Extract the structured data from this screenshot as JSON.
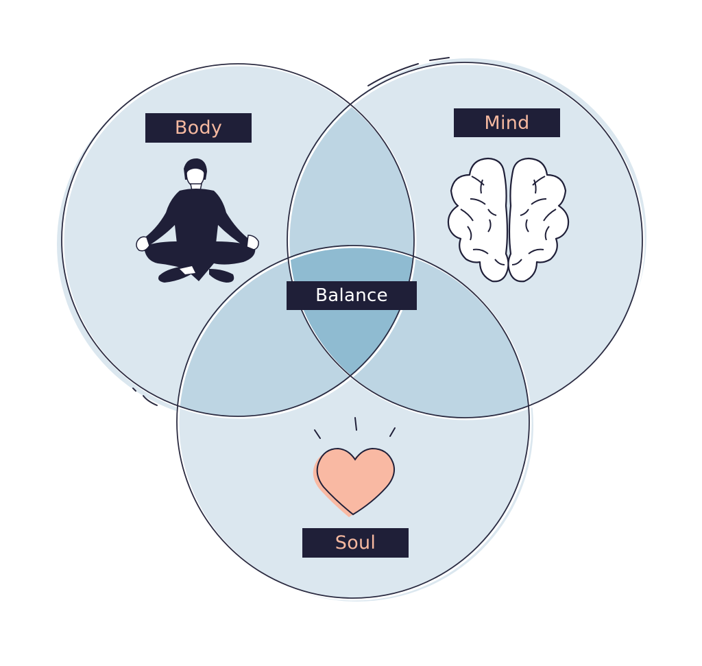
{
  "diagram": {
    "type": "venn",
    "sets": [
      {
        "id": "body",
        "label": "Body",
        "icon": "meditating-person-icon"
      },
      {
        "id": "mind",
        "label": "Mind",
        "icon": "brain-icon"
      },
      {
        "id": "soul",
        "label": "Soul",
        "icon": "heart-icon"
      }
    ],
    "intersection_label": "Balance"
  },
  "colors": {
    "background": "#ffffff",
    "circle_fill": "#dbe7ef",
    "double_overlap": "#bdd5e3",
    "triple_overlap": "#8fbbd1",
    "outline": "#2a2a40",
    "label_bg": "#1f1f38",
    "label_text": "#f6b9a0",
    "center_label_text": "#ffffff",
    "heart": "#f9b9a3",
    "figure": "#1f1f38"
  }
}
